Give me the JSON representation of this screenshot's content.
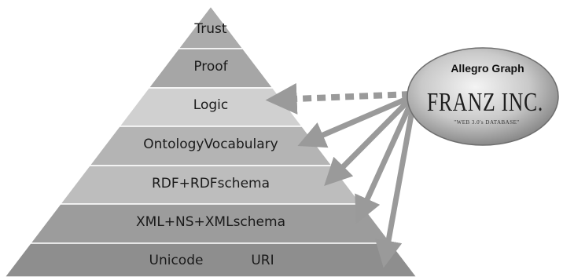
{
  "layers": [
    {
      "label": "Trust",
      "color": "#ababab"
    },
    {
      "label": "Proof",
      "color": "#a6a6a6"
    },
    {
      "label": "Logic",
      "color": "#d0d0d0"
    },
    {
      "label": "OntologyVocabulary",
      "color": "#b4b4b4"
    },
    {
      "label": "RDF+RDFschema",
      "color": "#bdbdbd"
    },
    {
      "label": "XML+NS+XMLschema",
      "color": "#9c9c9c"
    },
    {
      "label": "Unicode",
      "label2": "URI",
      "color": "#8e8e8e"
    }
  ],
  "logo": {
    "top_text": "Allegro Graph",
    "main_text": "FRANZ INC.",
    "tagline": "\"WEB 3.0's DATABASE\""
  },
  "arrow_color": "#9a9a9a"
}
